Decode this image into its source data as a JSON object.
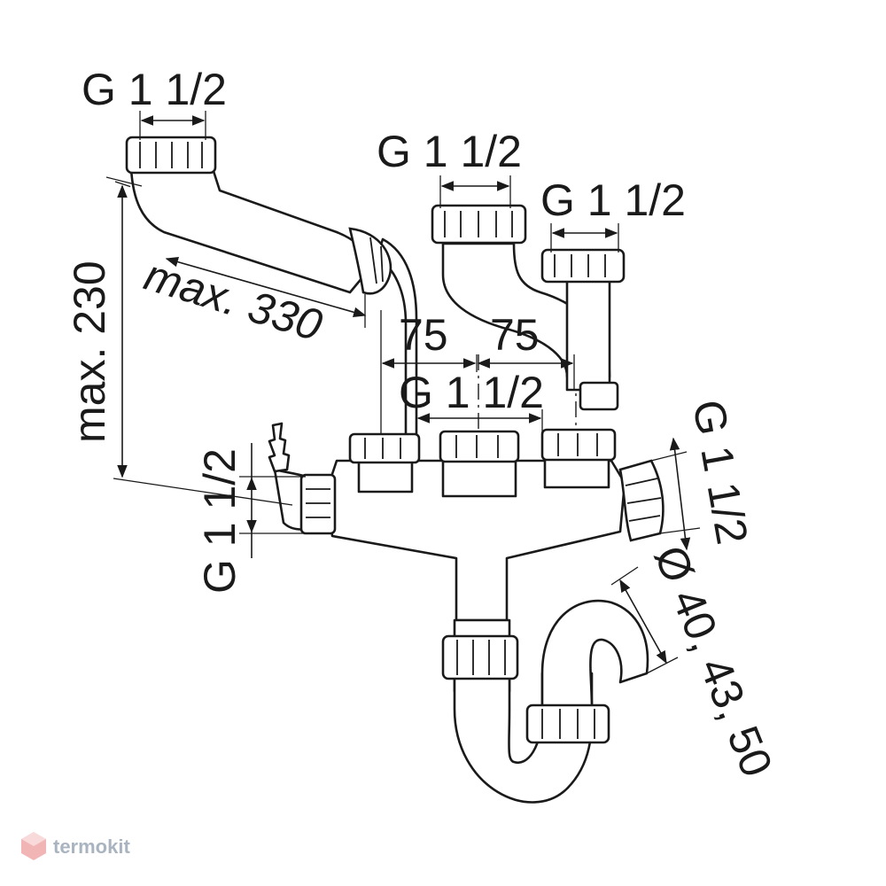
{
  "labels": {
    "thread_top_left": "G 1 1/2",
    "thread_top_middle": "G 1 1/2",
    "thread_top_right": "G 1 1/2",
    "thread_center": "G 1 1/2",
    "thread_left_vertical": "G 1 1/2",
    "thread_right_vertical": "G 1 1/2",
    "height": "max. 230",
    "length": "max. 330",
    "spacing_left": "75",
    "spacing_right": "75",
    "diameter": "Ø 40, 43, 50"
  },
  "watermark": {
    "text": "termokit"
  },
  "colors": {
    "line": "#1a1a1a",
    "watermark": "#aab4c0",
    "watermark_red": "#e05a5a"
  }
}
